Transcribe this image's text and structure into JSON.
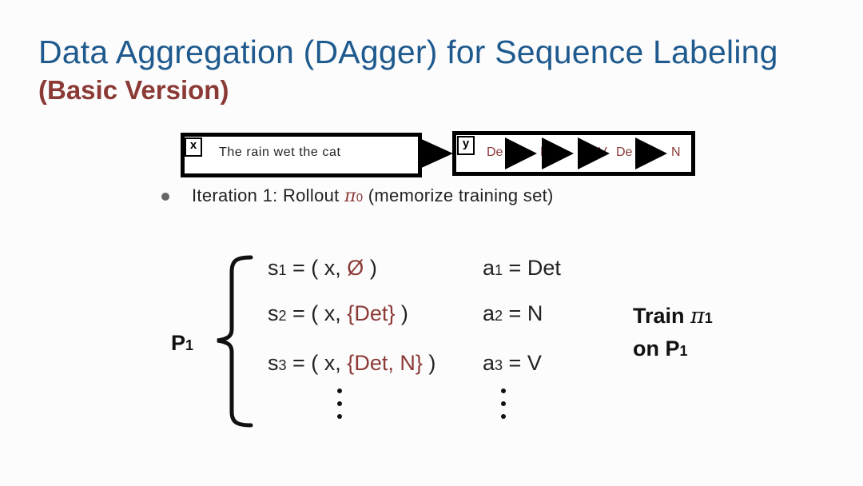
{
  "slide": {
    "title": "Data Aggregation (DAgger) for Sequence Labeling",
    "subtitle": "(Basic Version)"
  },
  "input_box": {
    "label": "x",
    "text": "The rain wet the cat"
  },
  "output_box": {
    "label": "y",
    "tags": [
      "De",
      "N",
      "V",
      "De",
      "N"
    ]
  },
  "bullet": {
    "prefix": "Iteration 1: Rollout ",
    "policy": "π",
    "policy_sub": "0",
    "suffix": " (memorize training set)"
  },
  "states": [
    {
      "s": "s",
      "sub": "1",
      "pre": " = ( x, ",
      "set": "Ø",
      "post": " )",
      "a": "a",
      "a_sub": "1",
      "action": " = Det"
    },
    {
      "s": "s",
      "sub": "2",
      "pre": " = ( x, ",
      "set": "{Det}",
      "post": " )",
      "a": "a",
      "a_sub": "2",
      "action": " = N"
    },
    {
      "s": "s",
      "sub": "3",
      "pre": " = ( x, ",
      "set": "{Det, N}",
      "post": " )",
      "a": "a",
      "a_sub": "3",
      "action": " = V"
    }
  ],
  "p_label": {
    "text": "P",
    "sub": "1"
  },
  "train": {
    "line1": "Train ",
    "policy": "π",
    "policy_sub": "1",
    "line2": "on P",
    "line2_sub": "1"
  }
}
